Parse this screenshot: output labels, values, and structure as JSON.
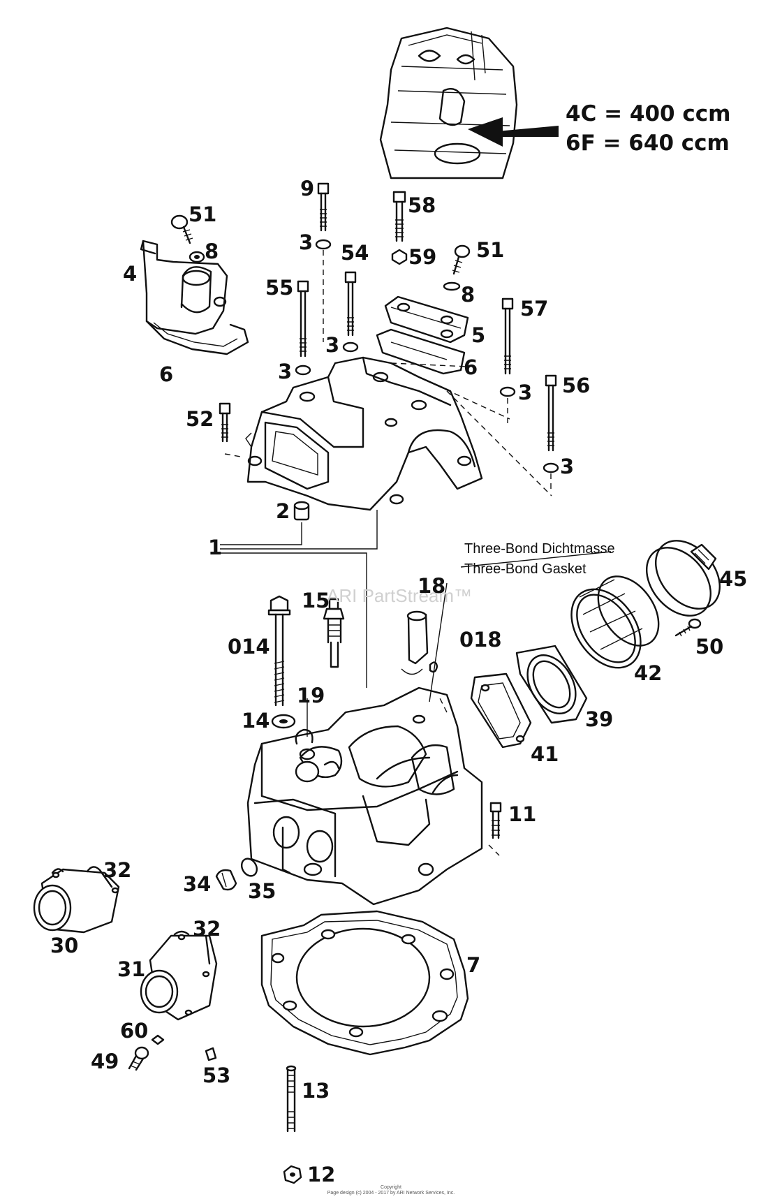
{
  "engine_codes": [
    "4C = 400 ccm",
    "6F = 640 ccm"
  ],
  "sealant_note": [
    "Three-Bond Dichtmasse",
    "Three-Bond Gasket"
  ],
  "watermark": "ARI PartStream™",
  "copyright": [
    "Copyright",
    "Page design (c) 2004 - 2017 by ARI Network Services, Inc."
  ],
  "callouts": {
    "c9": "9",
    "c58": "58",
    "c51a": "51",
    "c8a": "8",
    "c3a": "3",
    "c54": "54",
    "c59": "59",
    "c51b": "51",
    "c4": "4",
    "c55": "55",
    "c8b": "8",
    "c57": "57",
    "c5": "5",
    "c3b": "3",
    "c6a": "6",
    "c6b": "6",
    "c3c": "3",
    "c3d": "3",
    "c56": "56",
    "c52": "52",
    "c3e": "3",
    "c2": "2",
    "c1": "1",
    "c45": "45",
    "c15": "15",
    "c18": "18",
    "c014": "014",
    "c018": "018",
    "c50": "50",
    "c42": "42",
    "c19": "19",
    "c14": "14",
    "c39": "39",
    "c41": "41",
    "c11": "11",
    "c32a": "32",
    "c34": "34",
    "c35": "35",
    "c30": "30",
    "c32b": "32",
    "c7": "7",
    "c31": "31",
    "c60": "60",
    "c49": "49",
    "c53": "53",
    "c13": "13",
    "c12": "12"
  }
}
